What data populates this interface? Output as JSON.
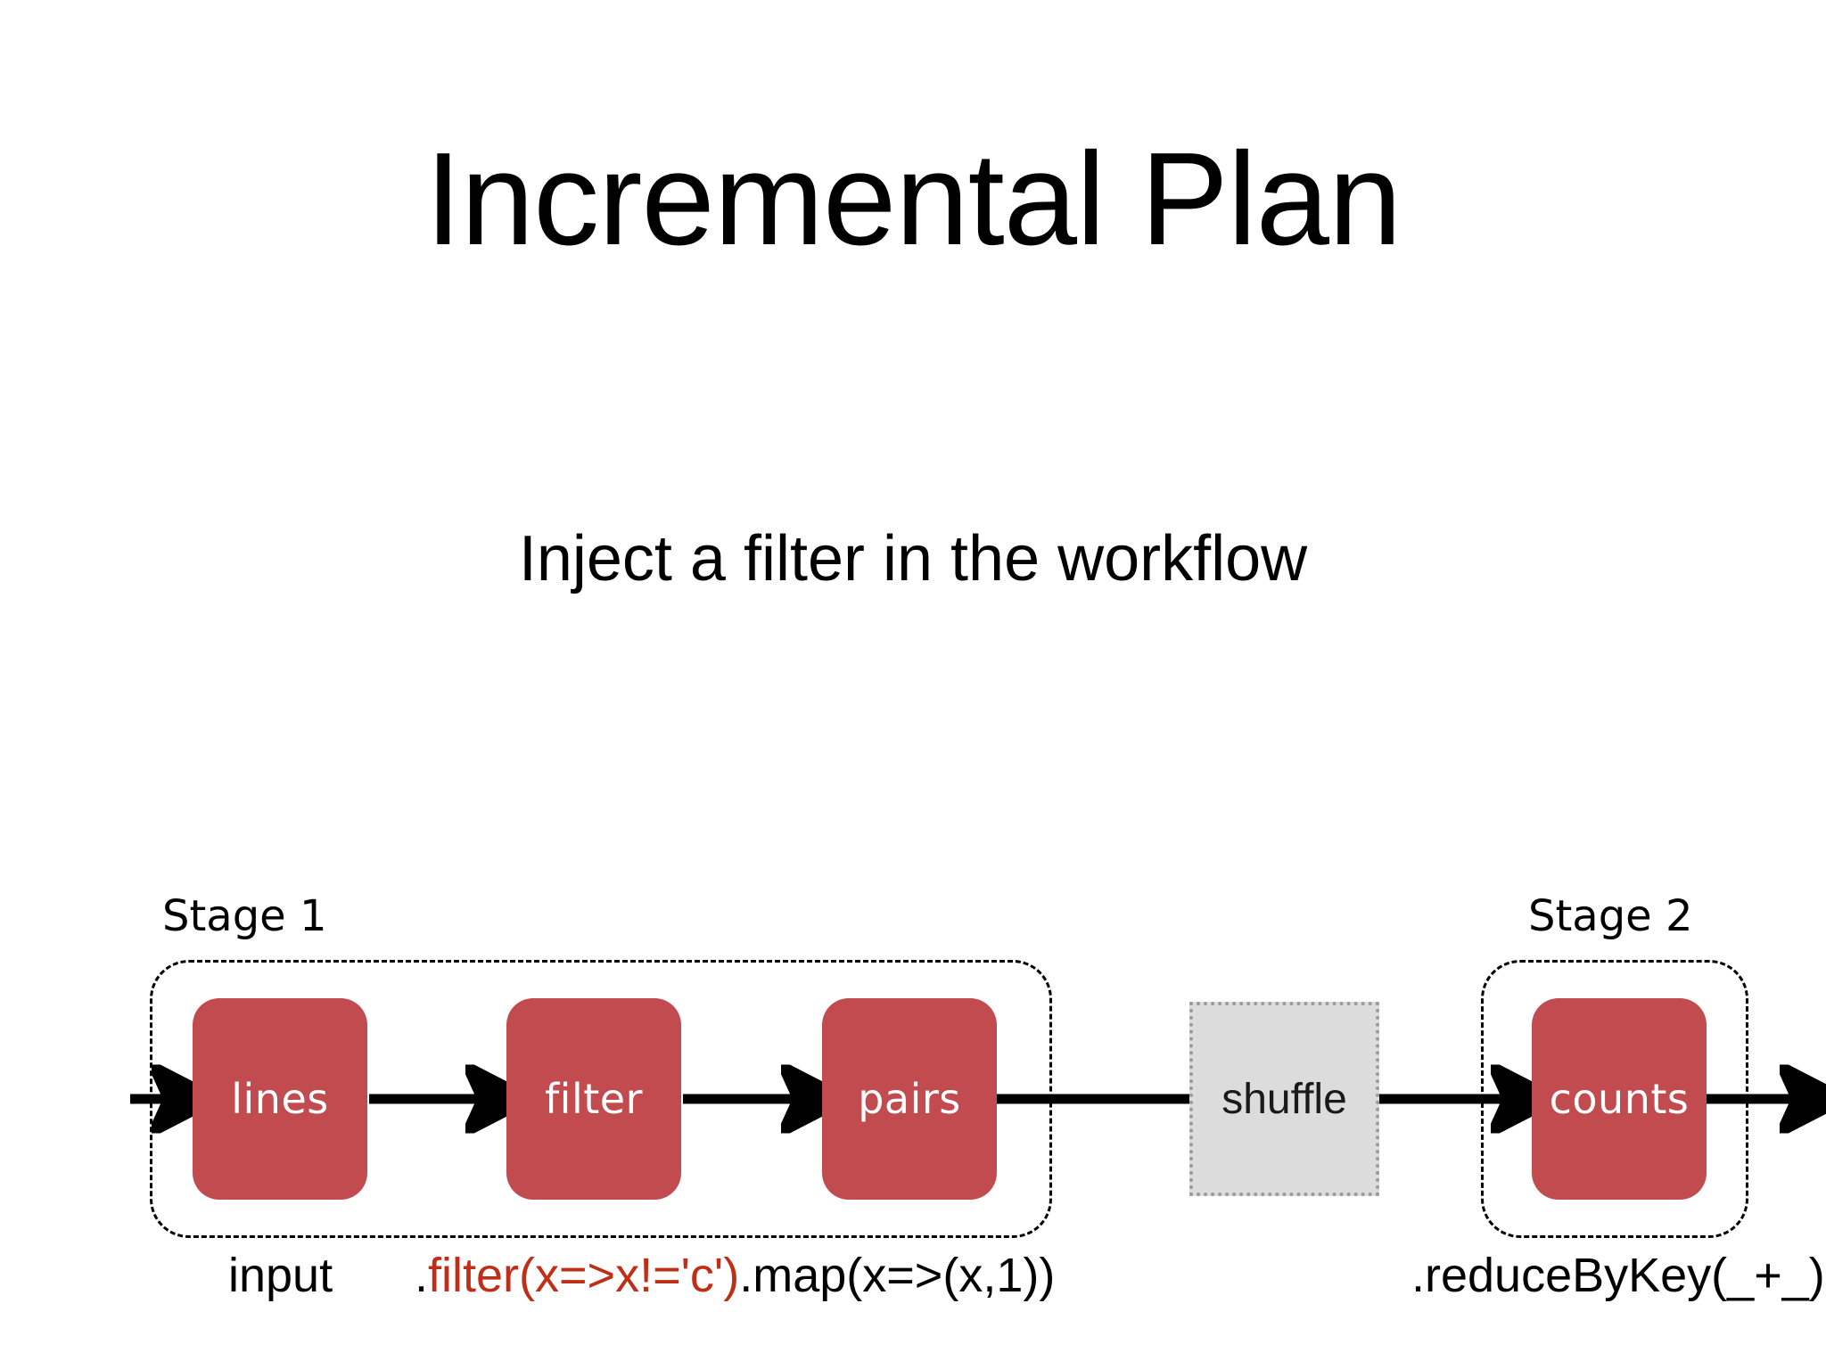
{
  "slide": {
    "title": "Incremental Plan",
    "subtitle": "Inject a filter in the workflow"
  },
  "diagram": {
    "stages": [
      {
        "label": "Stage 1"
      },
      {
        "label": "Stage 2"
      }
    ],
    "nodes": [
      {
        "id": "lines",
        "label": "lines",
        "color": "#c24b4f",
        "text_color": "#ffffff"
      },
      {
        "id": "filter",
        "label": "filter",
        "color": "#c24b4f",
        "text_color": "#ffffff"
      },
      {
        "id": "pairs",
        "label": "pairs",
        "color": "#c24b4f",
        "text_color": "#ffffff"
      },
      {
        "id": "shuffle",
        "label": "shuffle",
        "color": "#dcdcdc",
        "text_color": "#1a1a1a"
      },
      {
        "id": "counts",
        "label": "counts",
        "color": "#c24b4f",
        "text_color": "#ffffff"
      }
    ],
    "captions": {
      "input": "input",
      "stage1_code_prefix": ".",
      "stage1_code_highlight": "filter(x=>x!='c')",
      "stage1_code_suffix": ".map(x=>(x,1))",
      "stage2_code": ".reduceByKey(_+_)"
    },
    "colors": {
      "node_fill": "#c24b4f",
      "shuffle_fill": "#dcdcdc",
      "shuffle_border": "#9a9a9a",
      "highlight_text": "#bf2f18",
      "arrow": "#000000",
      "stage_border": "#000000",
      "background": "#ffffff"
    }
  }
}
